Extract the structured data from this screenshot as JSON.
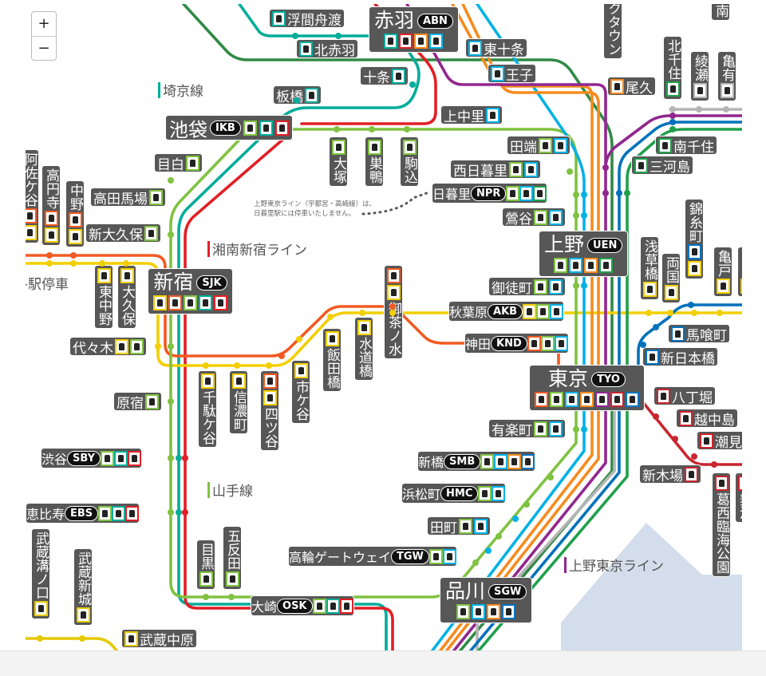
{
  "map_controls": {
    "zoom_in": "+",
    "zoom_out": "−"
  },
  "line_colors": {
    "JY": "#80c241",
    "JA": "#00ac9a",
    "JS": "#e21f26",
    "JC": "#f15a22",
    "JB": "#f2cf00",
    "JK": "#00b2e5",
    "JU": "#f68b1e",
    "JL": "#91278f",
    "JJ": "#1fa04a",
    "JO": "#0072bc",
    "JE": "#c9252f",
    "TB": "#2f8a45",
    "GR": "#b5b5b5",
    "JN": "#e5c800",
    "water": "#d3ddeb"
  },
  "legends": {
    "saikyo": "埼京線",
    "shonan": "湘南新宿ライン",
    "yamanote": "山手線",
    "ueno_tokyo": "上野東京ライン"
  },
  "note": {
    "line1": "上野東京ライン（宇都宮・高崎線）は、",
    "line2": "日暮里駅には停車いたしません。"
  },
  "partial_text": {
    "kakueki": "各駅停車"
  },
  "stations": {
    "ukimafunado": {
      "name": "浮間舟渡",
      "badges": [
        "JA"
      ]
    },
    "kitaakabane": {
      "name": "北赤羽",
      "badges": [
        "JA"
      ]
    },
    "akabane": {
      "name": "赤羽",
      "code": "ABN",
      "badges": [
        "JA",
        "JS",
        "JU",
        "JK"
      ]
    },
    "higashijujo": {
      "name": "東十条",
      "badges": [
        "JK"
      ]
    },
    "jujo": {
      "name": "十条",
      "badges": [
        "JA"
      ]
    },
    "oji": {
      "name": "王子",
      "badges": [
        "JK"
      ]
    },
    "itabashi": {
      "name": "板橋",
      "badges": [
        "JA"
      ]
    },
    "ikebukuro": {
      "name": "池袋",
      "code": "IKB",
      "badges": [
        "JY",
        "JA",
        "JS"
      ]
    },
    "kaminakazato": {
      "name": "上中里",
      "badges": [
        "JK"
      ]
    },
    "tabata": {
      "name": "田端",
      "badges": [
        "JY",
        "JK"
      ]
    },
    "nishinippori": {
      "name": "西日暮里",
      "badges": [
        "JY",
        "JK"
      ]
    },
    "nippori": {
      "name": "日暮里",
      "code": "NPR",
      "badges": [
        "JY",
        "JK",
        "JJ"
      ]
    },
    "uguisudani": {
      "name": "鶯谷",
      "badges": [
        "JY",
        "JK"
      ]
    },
    "ueno": {
      "name": "上野",
      "code": "UEN",
      "badges": [
        "JY",
        "JK",
        "JU",
        "JJ"
      ]
    },
    "okachimachi": {
      "name": "御徒町",
      "badges": [
        "JY",
        "JK"
      ]
    },
    "akihabara": {
      "name": "秋葉原",
      "code": "AKB",
      "badges": [
        "JB",
        "JY",
        "JK"
      ]
    },
    "kanda": {
      "name": "神田",
      "code": "KND",
      "badges": [
        "JC",
        "JY",
        "JK"
      ]
    },
    "tokyo": {
      "name": "東京",
      "code": "TYO",
      "badges": [
        "JC",
        "JY",
        "JK",
        "JU",
        "JL",
        "JE",
        "JO"
      ]
    },
    "yurakucho": {
      "name": "有楽町",
      "badges": [
        "JY",
        "JK"
      ]
    },
    "shimbashi": {
      "name": "新橋",
      "code": "SMB",
      "badges": [
        "JY",
        "JK",
        "JU",
        "JO"
      ]
    },
    "hamamatsucho": {
      "name": "浜松町",
      "code": "HMC",
      "badges": [
        "JY",
        "JK"
      ]
    },
    "tamachi": {
      "name": "田町",
      "badges": [
        "JY",
        "JK"
      ]
    },
    "takanawa": {
      "name": "高輪ゲートウェイ",
      "code": "TGW",
      "badges": [
        "JY",
        "JK"
      ]
    },
    "shinagawa": {
      "name": "品川",
      "code": "SGW",
      "badges": [
        "JY",
        "JK",
        "JU",
        "JO"
      ]
    },
    "osaki": {
      "name": "大崎",
      "code": "OSK",
      "badges": [
        "JY",
        "JA",
        "JS"
      ]
    },
    "musashinakahara": {
      "name": "武蔵中原",
      "badges": [
        "JN"
      ]
    },
    "ebisu": {
      "name": "恵比寿",
      "code": "EBS",
      "badges": [
        "JY",
        "JA",
        "JS"
      ]
    },
    "shibuya": {
      "name": "渋谷",
      "code": "SBY",
      "badges": [
        "JY",
        "JA",
        "JS"
      ]
    },
    "harajuku": {
      "name": "原宿",
      "badges": [
        "JY"
      ]
    },
    "yoyogi": {
      "name": "代々木",
      "badges": [
        "JB",
        "JY"
      ]
    },
    "shinjuku": {
      "name": "新宿",
      "code": "SJK",
      "badges": [
        "JB",
        "JC",
        "JY",
        "JA",
        "JS"
      ]
    },
    "shinokubo": {
      "name": "新大久保",
      "badges": [
        "JY"
      ]
    },
    "takadanobaba": {
      "name": "高田馬場",
      "badges": [
        "JY"
      ]
    },
    "mejiro": {
      "name": "目白",
      "badges": [
        "JY"
      ]
    },
    "minamisenju": {
      "name": "南千住",
      "badges": [
        "JJ"
      ]
    },
    "mikawashima": {
      "name": "三河島",
      "badges": [
        "JJ"
      ]
    },
    "oku": {
      "name": "尾久",
      "badges": [
        "JU"
      ]
    },
    "bakurocho": {
      "name": "馬喰町",
      "badges": [
        "JO"
      ]
    },
    "shinnihombashi": {
      "name": "新日本橋",
      "badges": [
        "JO"
      ]
    },
    "hatchobori": {
      "name": "八丁堀",
      "badges": [
        "JE"
      ]
    },
    "etchujima": {
      "name": "越中島",
      "badges": [
        "JE"
      ]
    },
    "shiomi": {
      "name": "潮見",
      "badges": [
        "JE"
      ]
    },
    "shinkiba": {
      "name": "新木場",
      "badges": [
        "JE"
      ]
    },
    "otsuka": {
      "name": "大塚",
      "badges": [
        "JY"
      ]
    },
    "sugamo": {
      "name": "巣鴨",
      "badges": [
        "JY"
      ]
    },
    "komagome": {
      "name": "駒込",
      "badges": [
        "JY"
      ]
    },
    "asakusabashi": {
      "name": "浅草橋",
      "badges": [
        "JB"
      ]
    },
    "ryogoku": {
      "name": "両国",
      "badges": [
        "JB"
      ]
    },
    "kinshicho": {
      "name": "錦糸町",
      "badges": [
        "JO",
        "JB"
      ]
    },
    "kameido": {
      "name": "亀戸",
      "badges": [
        "JB"
      ]
    },
    "hirai": {
      "name": "平井",
      "badges": [
        "JB"
      ]
    },
    "kitasenju": {
      "name": "北千住",
      "badges": [
        "JJ"
      ]
    },
    "ayase": {
      "name": "綾瀬",
      "badges": [
        "GR"
      ]
    },
    "kameari": {
      "name": "亀有",
      "badges": [
        "GR"
      ]
    },
    "minami": {
      "name": "南",
      "badges": []
    },
    "okutown": {
      "name": "オクタウン",
      "badges": []
    },
    "asagaya": {
      "name": "阿佐ケ谷",
      "badges": [
        "JC",
        "JB"
      ]
    },
    "koenji": {
      "name": "高円寺",
      "badges": [
        "JC",
        "JB"
      ]
    },
    "nakano": {
      "name": "中野",
      "badges": [
        "JC",
        "JB"
      ]
    },
    "higashinakano": {
      "name": "東中野",
      "badges": [
        "JB"
      ]
    },
    "okubo": {
      "name": "大久保",
      "badges": [
        "JB"
      ]
    },
    "ochanomizu": {
      "name": "御茶ノ水",
      "badges": [
        "JC",
        "JB"
      ]
    },
    "iidabashi": {
      "name": "飯田橋",
      "badges": [
        "JB"
      ]
    },
    "suidobashi": {
      "name": "水道橋",
      "badges": [
        "JB"
      ]
    },
    "sendagaya": {
      "name": "千駄ケ谷",
      "badges": [
        "JB"
      ]
    },
    "shinanomachi": {
      "name": "信濃町",
      "badges": [
        "JB"
      ]
    },
    "yotsuya": {
      "name": "四ツ谷",
      "badges": [
        "JC",
        "JB"
      ]
    },
    "ichigaya": {
      "name": "市ケ谷",
      "badges": [
        "JB"
      ]
    },
    "meguro": {
      "name": "目黒",
      "badges": [
        "JY"
      ]
    },
    "gotanda": {
      "name": "五反田",
      "badges": [
        "JY"
      ]
    },
    "musashimizonokuchi": {
      "name": "武蔵溝ノ口",
      "badges": [
        "JN"
      ]
    },
    "musashishinjo": {
      "name": "武蔵新城",
      "badges": [
        "JN"
      ]
    },
    "kasairinkai": {
      "name": "葛西臨海公園",
      "badges": [
        "JE"
      ]
    },
    "maihama": {
      "name": "舞浜",
      "badges": [
        "JE"
      ]
    }
  }
}
